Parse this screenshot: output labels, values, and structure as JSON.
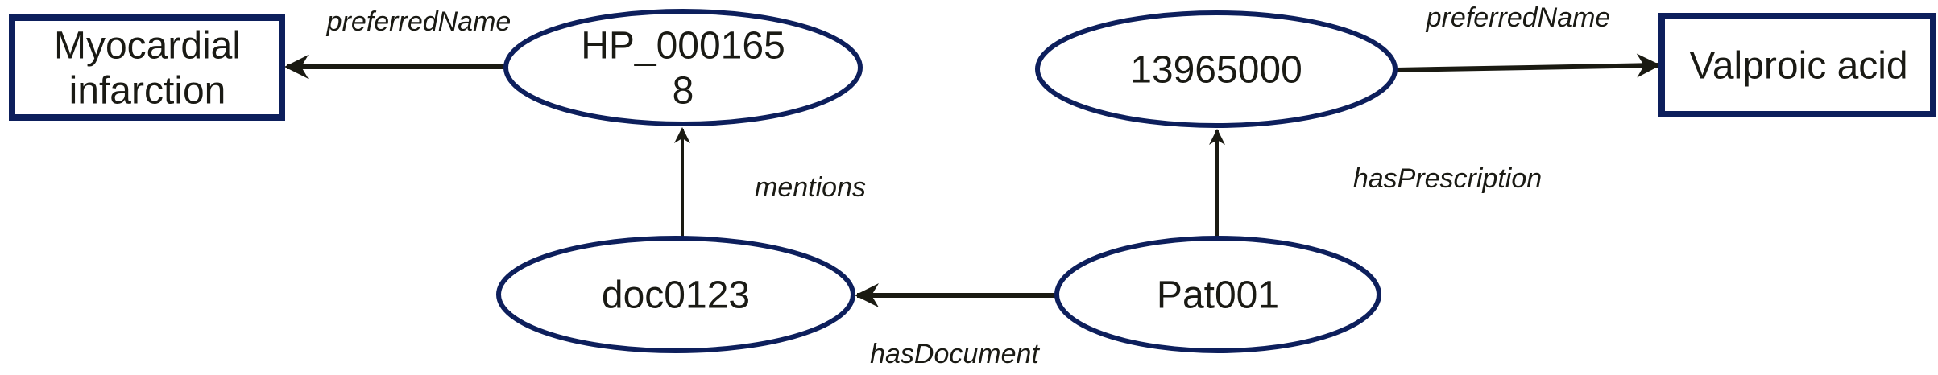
{
  "colors": {
    "node_border": "#0d1f5c",
    "edge": "#1a1a12",
    "text": "#1a1a14"
  },
  "nodes": {
    "myocardial": {
      "line1": "Myocardial",
      "line2": "infarction"
    },
    "hp": {
      "line1": "HP_000165",
      "line2": "8"
    },
    "doc": {
      "label": "doc0123"
    },
    "rx": {
      "label": "13965000"
    },
    "pat": {
      "label": "Pat001"
    },
    "valproic": {
      "label": "Valproic acid"
    }
  },
  "edges": {
    "hp_pref": "preferredName",
    "mentions": "mentions",
    "has_document": "hasDocument",
    "has_prescription": "hasPrescription",
    "rx_pref": "preferredName"
  }
}
